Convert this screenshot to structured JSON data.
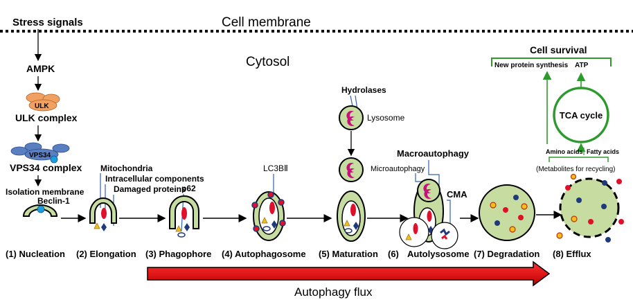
{
  "top": {
    "stress_signals": "Stress signals",
    "cell_membrane": "Cell membrane",
    "cytosol": "Cytosol"
  },
  "pathway": {
    "ampk": "AMPK",
    "ulk_badge": "ULK",
    "ulk_complex": "ULK complex",
    "vps34_badge": "VPS34",
    "vps34_complex": "VPS34 complex",
    "isolation_membrane": "Isolation membrane",
    "beclin1": "Beclin-1"
  },
  "cargo_labels": {
    "mitochondria": "Mitochondria",
    "intracellular_components": "Intracellular components",
    "damaged_proteins": "Damaged proteins",
    "p62": "p62",
    "lc3b": "LC3BⅡ",
    "hydrolases": "Hydrolases",
    "lysosome": "Lysosome",
    "microautophagy": "Microautophagy",
    "macroautophagy": "Macroautophagy",
    "cma": "CMA"
  },
  "survival": {
    "title": "Cell survival",
    "new_protein": "New protein  synthesis",
    "atp": "ATP",
    "tca": "TCA cycle",
    "amino_acids": "Amino acids",
    "fatty_acids": "Fatty acids",
    "metabolites": "(Metabolites for recycling)"
  },
  "stages": [
    "(1) Nucleation",
    "(2) Elongation",
    "(3) Phagophore",
    "(4) Autophagosome",
    "(5) Maturation",
    "(6)",
    "Autolysosome",
    "(7) Degradation",
    "(8) Efflux"
  ],
  "flux_label": "Autophagy  flux",
  "colors": {
    "membrane_fill": "#c6dca0",
    "membrane_stroke": "#000000",
    "mito_red": "#e0102a",
    "lysosome_magenta": "#c8107a",
    "navy": "#1f3a7a",
    "orange_complex": "#f0a060",
    "blue_complex": "#5a7fc0",
    "survival_green": "#2e9a2e",
    "flux_red": "#e00000"
  }
}
